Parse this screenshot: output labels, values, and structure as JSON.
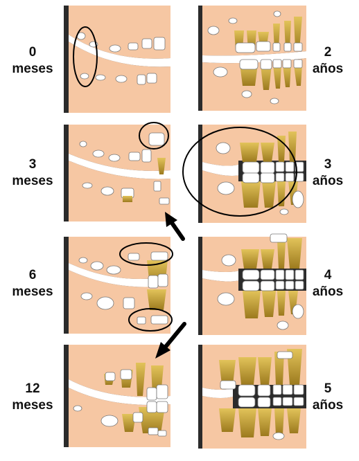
{
  "labels": {
    "p1": {
      "num": "0",
      "unit": "meses"
    },
    "p2": {
      "num": "3",
      "unit": "meses"
    },
    "p3": {
      "num": "6",
      "unit": "meses"
    },
    "p4": {
      "num": "12",
      "unit": "meses"
    },
    "p5": {
      "num": "2",
      "unit": "años"
    },
    "p6": {
      "num": "3",
      "unit": "años"
    },
    "p7": {
      "num": "4",
      "unit": "años"
    },
    "p8": {
      "num": "5",
      "unit": "años"
    }
  },
  "colors": {
    "gum": "#f6c7a3",
    "bone_dark": "#2b2b2b",
    "tooth": "#ffffff",
    "root": "#c9a63a",
    "outline": "#000000"
  }
}
